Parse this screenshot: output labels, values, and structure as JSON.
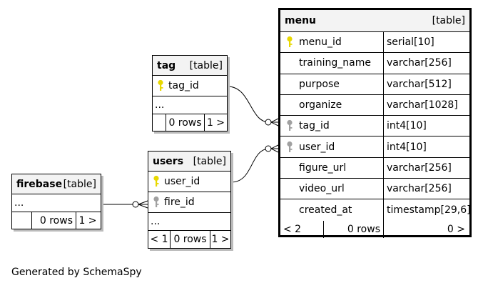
{
  "tables": {
    "menu": {
      "name": "menu",
      "kind": "[table]",
      "columns": [
        {
          "name": "menu_id",
          "type": "serial[10]",
          "key": "primary"
        },
        {
          "name": "training_name",
          "type": "varchar[256]",
          "key": "none"
        },
        {
          "name": "purpose",
          "type": "varchar[512]",
          "key": "none"
        },
        {
          "name": "organize",
          "type": "varchar[1028]",
          "key": "none"
        },
        {
          "name": "tag_id",
          "type": "int4[10]",
          "key": "foreign"
        },
        {
          "name": "user_id",
          "type": "int4[10]",
          "key": "foreign"
        },
        {
          "name": "figure_url",
          "type": "varchar[256]",
          "key": "none"
        },
        {
          "name": "video_url",
          "type": "varchar[256]",
          "key": "none"
        },
        {
          "name": "created_at",
          "type": "timestamp[29,6]",
          "key": "none"
        }
      ],
      "footer": {
        "parents": "< 2",
        "rows": "0 rows",
        "children": "0 >"
      }
    },
    "tag": {
      "name": "tag",
      "kind": "[table]",
      "columns": [
        {
          "name": "tag_id",
          "key": "primary"
        }
      ],
      "ellipsis": "...",
      "footer": {
        "parents": "",
        "rows": "0 rows",
        "children": "1 >"
      }
    },
    "users": {
      "name": "users",
      "kind": "[table]",
      "columns": [
        {
          "name": "user_id",
          "key": "primary"
        },
        {
          "name": "fire_id",
          "key": "foreign"
        }
      ],
      "ellipsis": "...",
      "footer": {
        "parents": "< 1",
        "rows": "0 rows",
        "children": "1 >"
      }
    },
    "firebase": {
      "name": "firebase",
      "kind": "[table]",
      "ellipsis": "...",
      "footer": {
        "parents": "",
        "rows": "0 rows",
        "children": "1 >"
      }
    }
  },
  "colors": {
    "primary_key": "#e8d800",
    "foreign_key": "#a0a0a0",
    "header_bg": "#f3f3f3"
  },
  "generated_by": "Generated by SchemaSpy"
}
